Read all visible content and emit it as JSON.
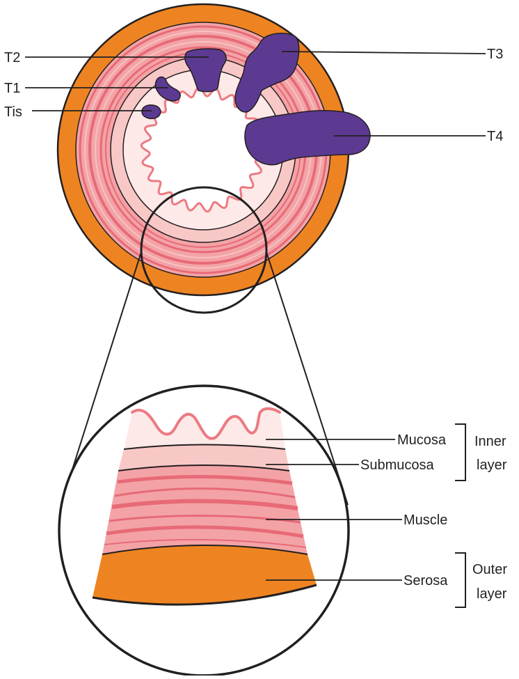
{
  "tumor_labels": {
    "t2": "T2",
    "t1": "T1",
    "tis": "Tis",
    "t3": "T3",
    "t4": "T4"
  },
  "layer_labels": {
    "mucosa": "Mucosa",
    "submucosa": "Submucosa",
    "muscle": "Muscle",
    "serosa": "Serosa"
  },
  "group_labels": {
    "inner_line1": "Inner",
    "inner_line2": "layer",
    "outer_line1": "Outer",
    "outer_line2": "layer"
  },
  "colors": {
    "serosa": "#ee8421",
    "muscle": "#f3a3a6",
    "muscle_stripe": "#e76a77",
    "submucosa": "#f8c8c7",
    "mucosa": "#fde9e8",
    "mucosa_edge": "#ec7a82",
    "tumor": "#5c3a91",
    "outline": "#231f20"
  }
}
